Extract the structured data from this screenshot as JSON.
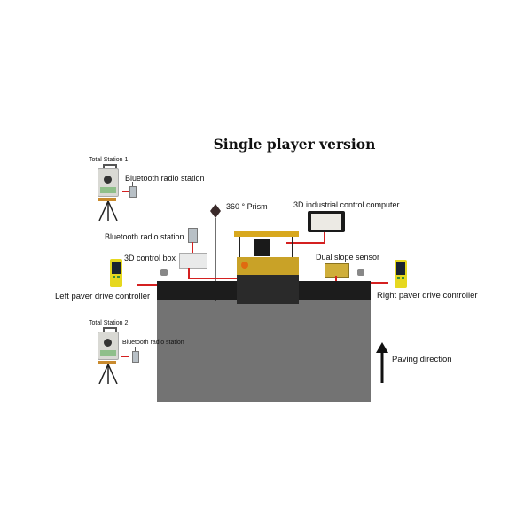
{
  "title": "Single player version",
  "labels": {
    "total_station_1": "Total Station 1",
    "bt_radio_1": "Bluetooth radio station",
    "prism": "360 ° Prism",
    "computer": "3D industrial control computer",
    "bt_radio_paver": "Bluetooth radio station",
    "control_box": "3D control box",
    "dual_slope": "Dual slope sensor",
    "left_controller": "Left paver drive controller",
    "right_controller": "Right paver drive controller",
    "total_station_2": "Total Station 2",
    "bt_radio_2": "Bluetooth radio station",
    "paving_direction": "Paving direction"
  },
  "colors": {
    "road": "#737373",
    "connection": "#d42020",
    "controller": "#e6d81f",
    "paver": "#d8a81e"
  }
}
